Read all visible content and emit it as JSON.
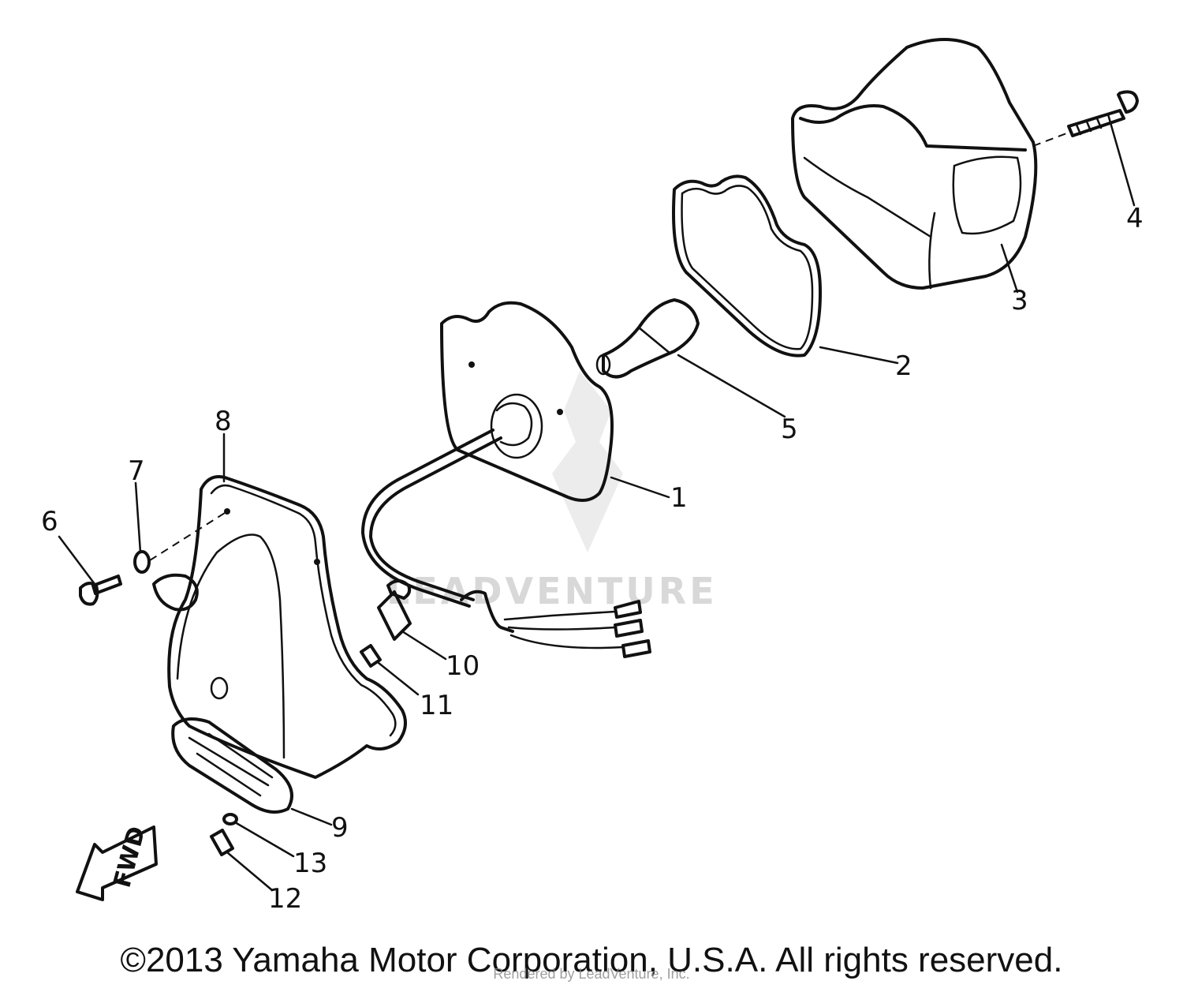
{
  "diagram": {
    "callouts": {
      "p1": "1",
      "p2": "2",
      "p3": "3",
      "p4": "4",
      "p5": "5",
      "p6": "6",
      "p7": "7",
      "p8": "8",
      "p9": "9",
      "p10": "10",
      "p11": "11",
      "p12": "12",
      "p13": "13"
    },
    "fwd_label": "FWD",
    "watermark": "LEADVENTURE"
  },
  "footer": {
    "copyright": "©2013 Yamaha Motor Corporation, U.S.A. All rights reserved.",
    "overlay": "Rendered by LeadVenture, Inc."
  }
}
